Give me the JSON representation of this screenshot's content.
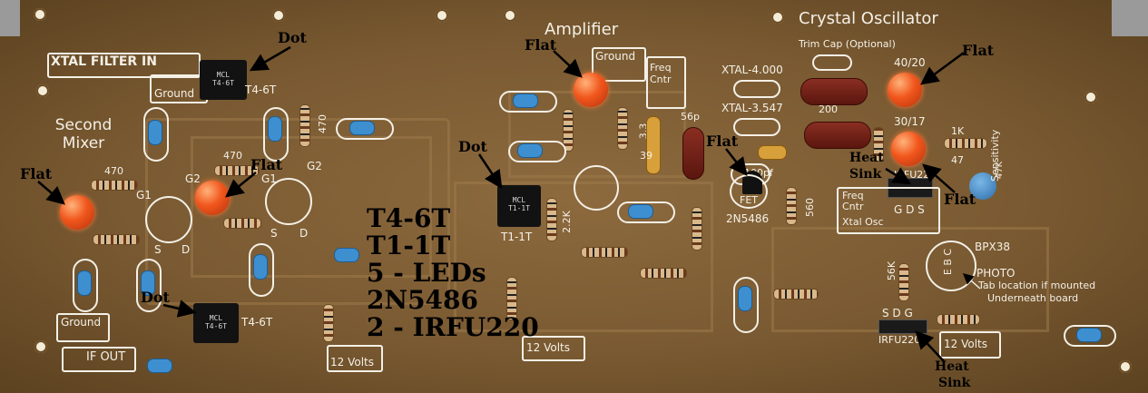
{
  "board": {
    "colors": {
      "board": "#7a5a32",
      "silkscreen": "#f4f0e6",
      "led": "#f1571d",
      "annotation": "#000000"
    }
  },
  "silk": {
    "xtal_filter_in": "XTAL FILTER IN",
    "ground_top": "Ground",
    "t4_6t_top_label": "T4-6T",
    "second_mixer": "Second Mixer",
    "r470_a": "470",
    "r470_b": "470",
    "r470_c": "470",
    "g1_left": "G1",
    "g2_left": "G2",
    "g1_right": "G1",
    "g2_right": "G2",
    "s_left": "S",
    "d_left": "D",
    "s_right": "S",
    "d_right": "D",
    "ground_bottom": "Ground",
    "if_out": "IF OUT",
    "t4_6t_bottom_label": "T4-6T",
    "twelve_volts_a": "12 Volts",
    "amplifier": "Amplifier",
    "ground_amp": "Ground",
    "freq_cntr_amp": "Freq Cntr",
    "t1_1t_label": "T1-1T",
    "r2_2k": "2.2K",
    "c39": "39",
    "c33": "3.3",
    "c56p": "56p",
    "twelve_volts_b": "12 Volts",
    "crystal_oscillator": "Crystal Oscillator",
    "trim_cap": "Trim Cap (Optional)",
    "xtal_4000": "XTAL-4.000",
    "xtal_3547": "XTAL-3.547",
    "c200": "200",
    "c100pf": "100pf",
    "fet": "FET",
    "part_2n5486": "2N5486",
    "c560": "560",
    "led_40_20": "40/20",
    "led_30_17": "30/17",
    "r1k": "1K",
    "r47": "47",
    "r47k": "47K",
    "sensitivity": "Sensitivity",
    "irfu220_top": "IRFU220",
    "gds": "G D S",
    "freq_cntr_osc": "Freq Cntr",
    "xtal_osc": "Xtal Osc",
    "bpx38": "BPX38",
    "ebc": "E B C",
    "photo": "PHOTO",
    "tab_note_1": "Tab location if mounted",
    "tab_note_2": "Underneath board",
    "r56k": "56K",
    "sdg": "S D G",
    "irfu220_bottom": "IRFU220",
    "twelve_volts_c": "12 Volts",
    "ic_top_1": "MCL",
    "ic_top_2": "T4-6T",
    "ic_bottom_1": "MCL",
    "ic_bottom_2": "T4-6T",
    "ic_mid_1": "MCL",
    "ic_mid_2": "T1-1T"
  },
  "annotations": {
    "dot_top": "Dot",
    "flat_mixer_left": "Flat",
    "flat_mixer_mid": "Flat",
    "dot_bottom": "Dot",
    "dot_mid": "Dot",
    "flat_amp": "Flat",
    "flat_fet": "Flat",
    "flat_osc": "Flat",
    "flat_ir": "Flat",
    "heat_sink_top_1": "Heat",
    "heat_sink_top_2": "Sink",
    "heat_sink_bottom_1": "Heat",
    "heat_sink_bottom_2": "Sink"
  },
  "parts_list": {
    "lines": [
      "T4-6T",
      "T1-1T",
      "5 - LEDs",
      "2N5486",
      "2 - IRFU220"
    ]
  },
  "icons": [
    "arrow-icon"
  ]
}
